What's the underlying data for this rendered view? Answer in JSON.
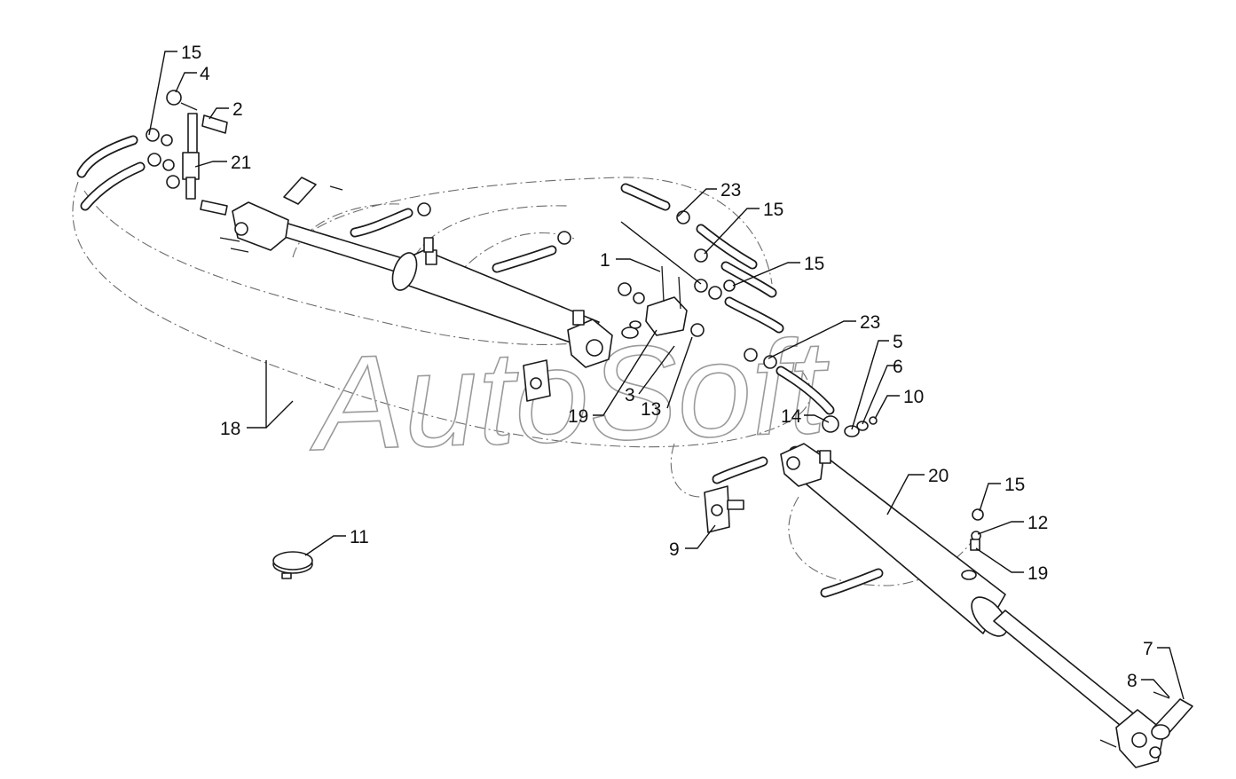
{
  "watermark": "AutoSoft",
  "callouts": {
    "c15a": "15",
    "c4": "4",
    "c2": "2",
    "c21": "21",
    "c18": "18",
    "c23a": "23",
    "c15b": "15",
    "c15c": "15",
    "c1": "1",
    "c23b": "23",
    "c5": "5",
    "c6": "6",
    "c10": "10",
    "c3": "3",
    "c13": "13",
    "c19a": "19",
    "c14": "14",
    "c20": "20",
    "c15d": "15",
    "c12": "12",
    "c19b": "19",
    "c9": "9",
    "c11": "11",
    "c7": "7",
    "c8": "8"
  },
  "colors": {
    "line": "#1a1a1a",
    "watermark": "#9a9a9a",
    "background": "#ffffff"
  }
}
